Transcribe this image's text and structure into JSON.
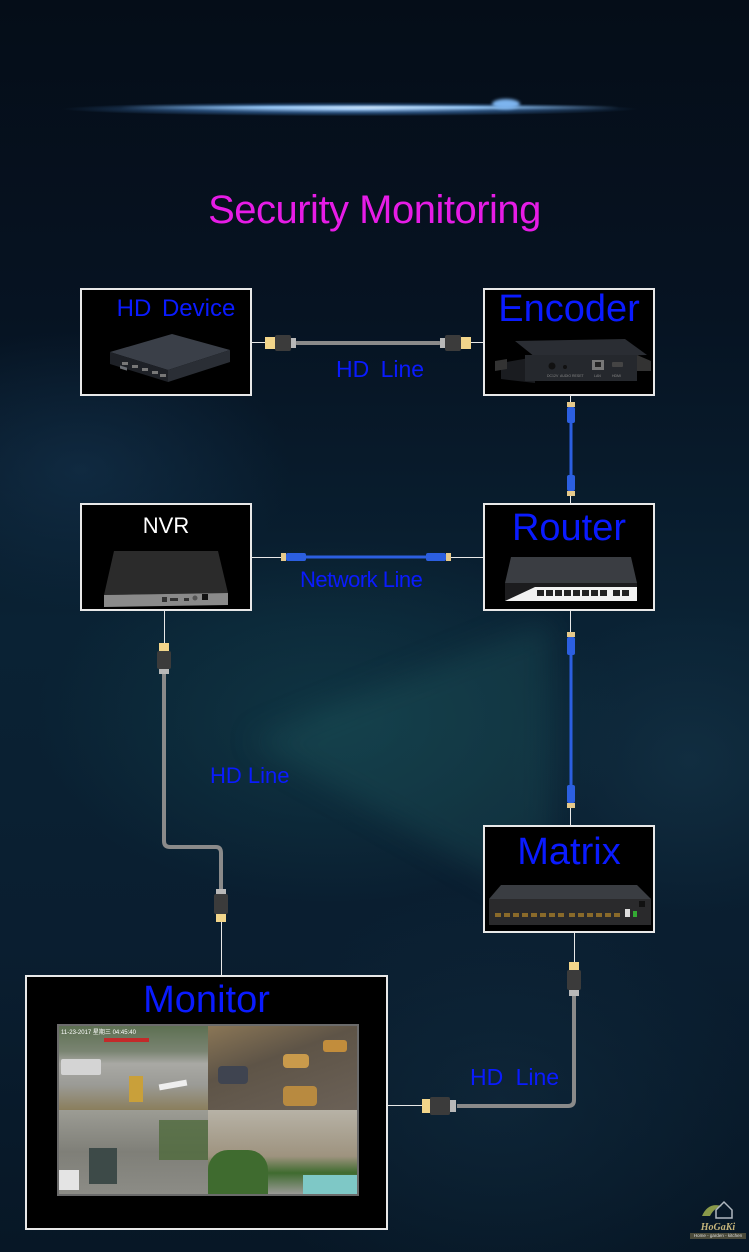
{
  "title": "Security Monitoring",
  "colors": {
    "title": "#e61ce6",
    "label_blue": "#0a1bff",
    "label_white": "#ffffff",
    "box_border": "#e8e8e8",
    "network_cable": "#2c5fe0",
    "hd_cable": "#8a8a8a"
  },
  "devices": {
    "hd_device": {
      "label": "HD Device",
      "icon": "hdmi-splitter-icon"
    },
    "encoder": {
      "label": "Encoder",
      "icon": "encoder-icon",
      "port_labels": [
        "DC12V",
        "AUDIO",
        "RESET",
        "LAN",
        "HDMI"
      ]
    },
    "nvr": {
      "label": "NVR",
      "icon": "nvr-icon"
    },
    "router": {
      "label": "Router",
      "icon": "router-icon"
    },
    "matrix": {
      "label": "Matrix",
      "icon": "matrix-switcher-icon"
    },
    "monitor": {
      "label": "Monitor",
      "icon": "monitor-icon",
      "osd_timestamp": "11-23-2017 星期三 04:45:40"
    }
  },
  "cables": {
    "hd_device_to_encoder": {
      "label": "HD Line",
      "type": "hdmi"
    },
    "encoder_to_router": {
      "label": "",
      "type": "network"
    },
    "nvr_to_router": {
      "label": "Network Line",
      "type": "network"
    },
    "router_to_matrix": {
      "label": "",
      "type": "network"
    },
    "nvr_to_monitor": {
      "label": "HD Line",
      "type": "hdmi"
    },
    "matrix_to_monitor": {
      "label": "HD Line",
      "type": "hdmi"
    }
  },
  "watermark": {
    "brand": "HoGaKi",
    "tagline": "Home - garden - kitchen"
  }
}
